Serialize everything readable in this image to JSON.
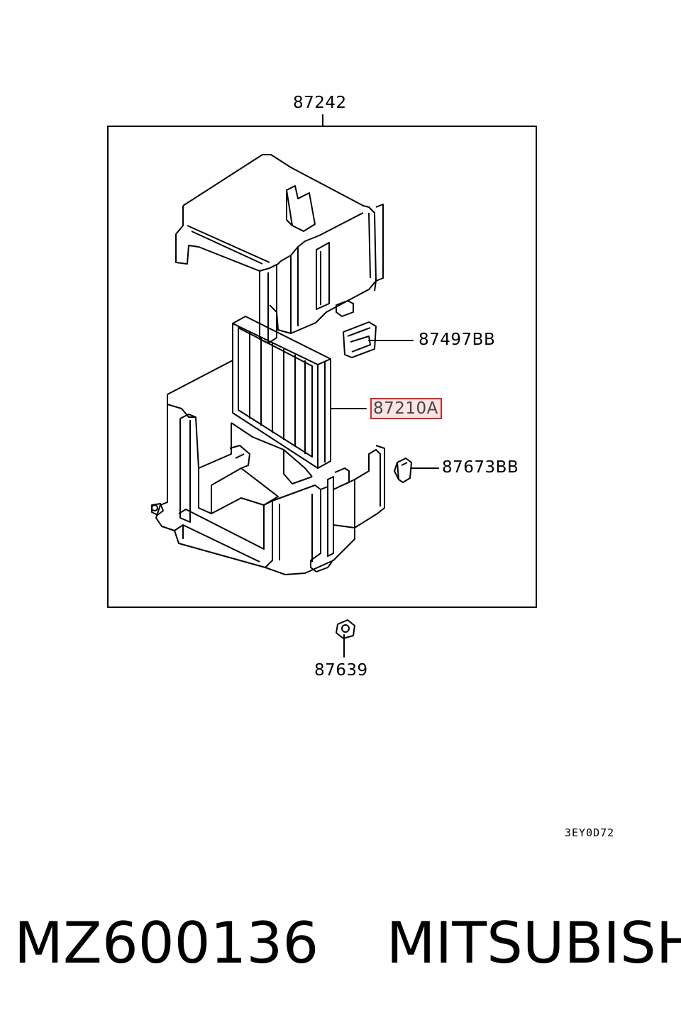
{
  "callouts": {
    "housing_assembly": "87242",
    "clip": "87497BB",
    "filter": "87210A",
    "clamp": "87673BB",
    "nut": "87639"
  },
  "reference_code": "3EY0D72",
  "footer": {
    "part_number": "MZ600136",
    "brand": "MITSUBISHI"
  },
  "highlight_color": "#d62828"
}
